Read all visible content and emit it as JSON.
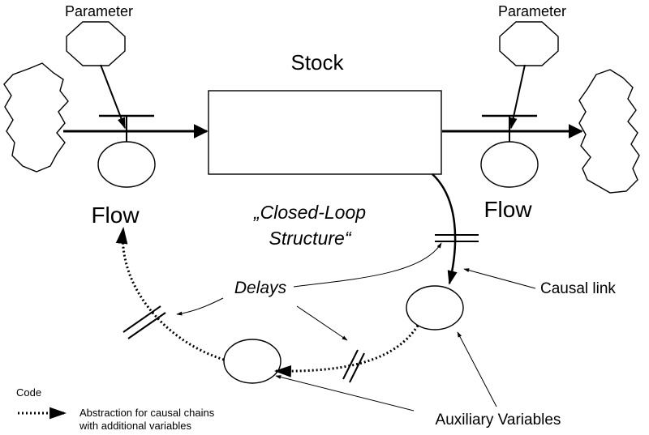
{
  "labels": {
    "parameter_left": "Parameter",
    "parameter_right": "Parameter",
    "stock": "Stock",
    "flow_left": "Flow",
    "flow_right": "Flow",
    "closed_loop_line1": "„Closed-Loop",
    "closed_loop_line2": "Structure“",
    "delays": "Delays",
    "causal_link": "Causal link",
    "auxiliary_variables": "Auxiliary Variables"
  },
  "legend": {
    "title": "Code",
    "line1": "Abstraction for causal chains",
    "line2": "with additional variables"
  },
  "colors": {
    "ink": "#000000",
    "background": "#ffffff"
  }
}
